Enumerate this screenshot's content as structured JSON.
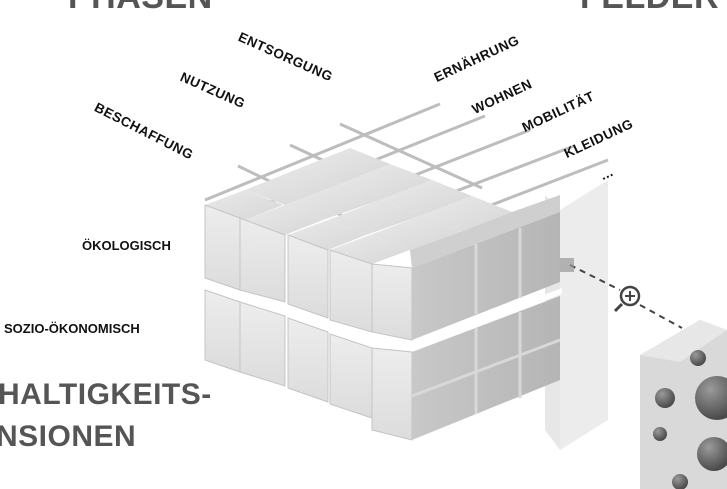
{
  "headings": {
    "phases": "PHASEN",
    "fields": "FELDER",
    "dimensions_line1": "HALTIGKEITS-",
    "dimensions_line2": "NSIONEN"
  },
  "phases": [
    "ENTSORGUNG",
    "NUTZUNG",
    "BESCHAFFUNG"
  ],
  "fields": [
    "ERNÄHRUNG",
    "WOHNEN",
    "MOBILITÄT",
    "KLEIDUNG",
    "..."
  ],
  "dimensions": [
    "ÖKOLOGISCH",
    "SOZIO-ÖKONOMISCH"
  ],
  "icons": [
    "magnifier-zoom-in-icon"
  ]
}
